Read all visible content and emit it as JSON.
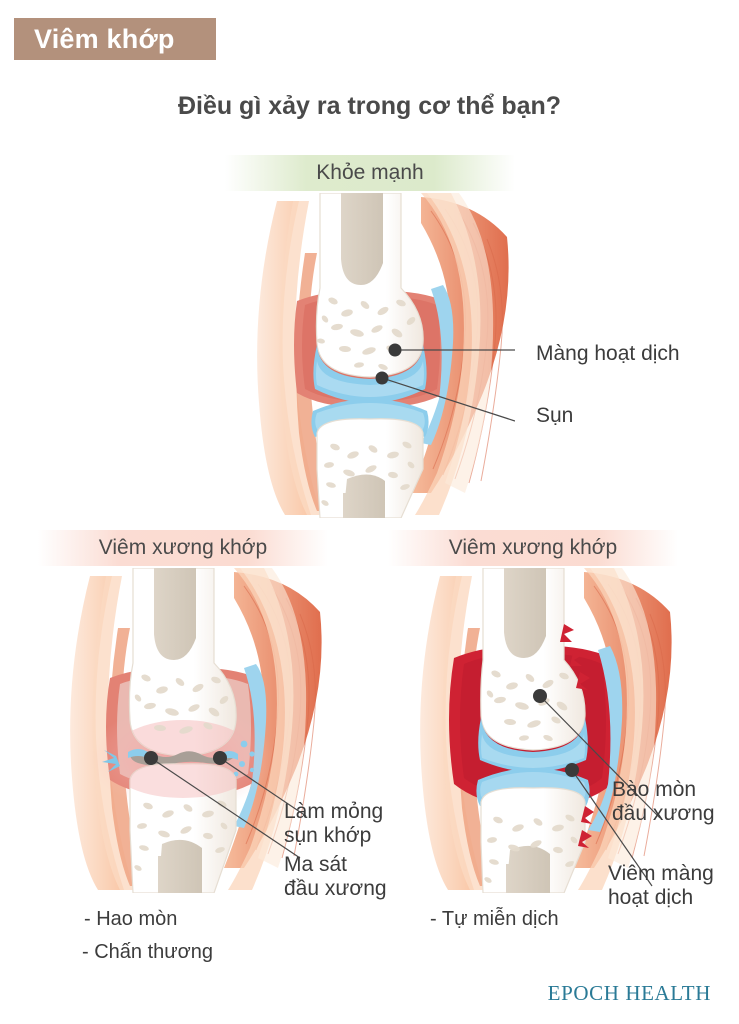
{
  "header": {
    "badge_label": "Viêm khớp",
    "badge_color": "#b3917c",
    "title": "Điều gì xảy ra trong cơ thể bạn?"
  },
  "panels": [
    {
      "id": "healthy",
      "banner_label": "Khỏe mạnh",
      "banner_color": "#deebcd",
      "labels": [
        {
          "name": "synovial-membrane",
          "text": "Màng hoạt dịch"
        },
        {
          "name": "cartilage",
          "text": "Sụn"
        }
      ],
      "bullets": []
    },
    {
      "id": "osteoarthritis",
      "banner_label": "Viêm xương khớp",
      "banner_color": "#fbdcd3",
      "labels": [
        {
          "name": "cartilage-thinning",
          "text": "Làm mỏng\nsụn khớp"
        },
        {
          "name": "bone-friction",
          "text": "Ma sát\nđầu xương"
        }
      ],
      "bullets": [
        "- Hao mòn",
        "- Chấn thương"
      ]
    },
    {
      "id": "rheumatoid",
      "banner_label": "Viêm xương khớp",
      "banner_color": "#fbdcd3",
      "labels": [
        {
          "name": "bone-erosion",
          "text": "Bào mòn\nđầu xương"
        },
        {
          "name": "synovitis",
          "text": "Viêm màng\nhoạt dịch"
        }
      ],
      "bullets": [
        "- Tự miễn dịch"
      ]
    }
  ],
  "anatomy_colors": {
    "bone": "#ffffff",
    "bone_shade": "#f2ece4",
    "marrow": "#e0d8cc",
    "cartilage_blue": "#8fcdea",
    "synovium_salmon": "#e08272",
    "synovium_red": "#cf2233",
    "muscle": "#e8856a",
    "muscle_light": "#f6c3a6",
    "skin": "#fbdcc9",
    "inflammation_pink": "#f6c0c0",
    "leader_dot": "#3a3a3a",
    "leader_line": "#4a4a4a"
  },
  "footer": {
    "brand": "EPOCH HEALTH",
    "brand_color": "#2a7a96"
  }
}
